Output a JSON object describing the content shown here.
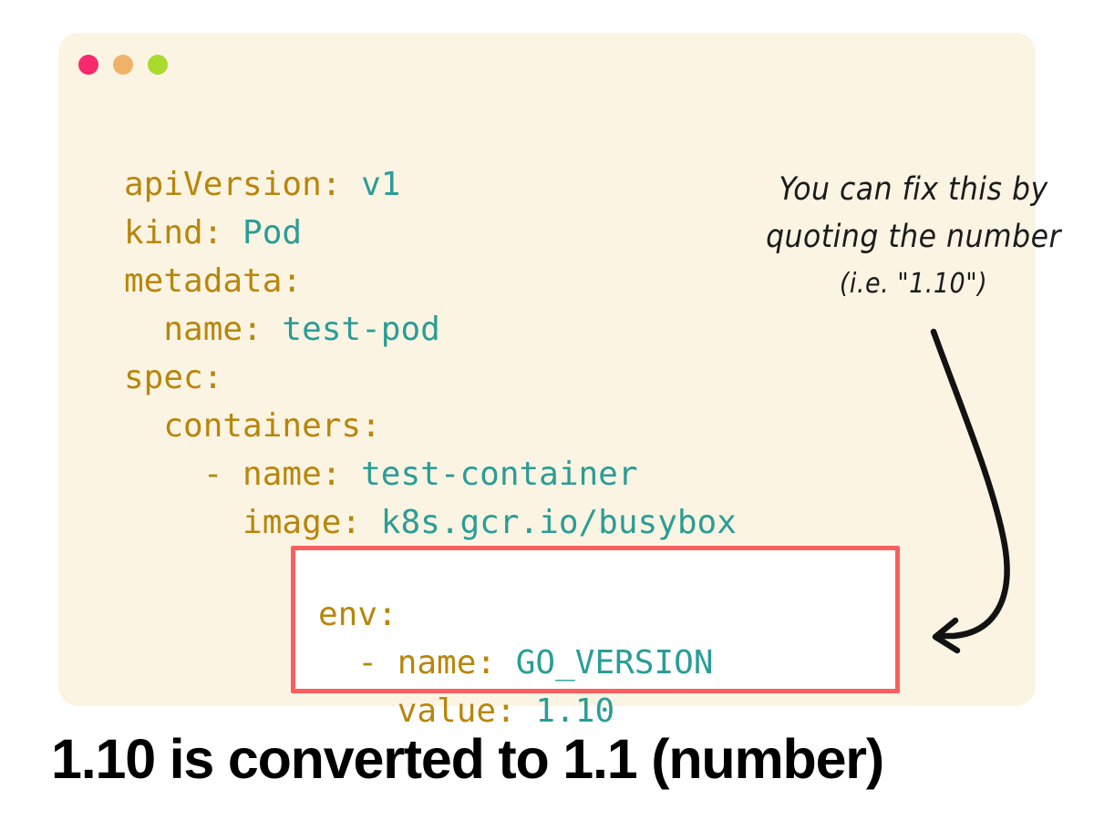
{
  "page": {
    "background": "#FFFFFF",
    "caption": "1.10 is converted to 1.1 (number)"
  },
  "card": {
    "background": "#FCF4E3",
    "window_dots": [
      {
        "name": "close-dot",
        "color": "#F72A6E"
      },
      {
        "name": "minimize-dot",
        "color": "#F0B268"
      },
      {
        "name": "maximize-dot",
        "color": "#A8DB2E"
      }
    ]
  },
  "code": {
    "language": "yaml",
    "key_color": "#B8860B",
    "value_color": "#2A9D96",
    "lines": [
      {
        "key": "apiVersion:",
        "value": " v1",
        "indent": ""
      },
      {
        "key": "kind:",
        "value": " Pod",
        "indent": ""
      },
      {
        "key": "metadata:",
        "value": "",
        "indent": ""
      },
      {
        "key": "name:",
        "value": " test-pod",
        "indent": "  "
      },
      {
        "key": "spec:",
        "value": "",
        "indent": ""
      },
      {
        "key": "containers:",
        "value": "",
        "indent": "  "
      },
      {
        "key": "- name:",
        "value": " test-container",
        "indent": "    "
      },
      {
        "key": "image:",
        "value": " k8s.gcr.io/busybox",
        "indent": "      "
      }
    ]
  },
  "highlight": {
    "border_color": "#F95F5F",
    "background": "#FFFFFF",
    "lines": [
      {
        "key": "env:",
        "value": "",
        "indent": ""
      },
      {
        "key": "- name:",
        "value": " GO_VERSION",
        "indent": "  "
      },
      {
        "key": "value:",
        "value": " 1.10",
        "indent": "    "
      }
    ]
  },
  "annotation": {
    "line1": "You can fix this by",
    "line2": "quoting the number",
    "line3": "(i.e. \"1.10\")"
  },
  "arrow": {
    "color": "#121212",
    "description": "curved-arrow-pointing-left-into-highlight-box"
  }
}
